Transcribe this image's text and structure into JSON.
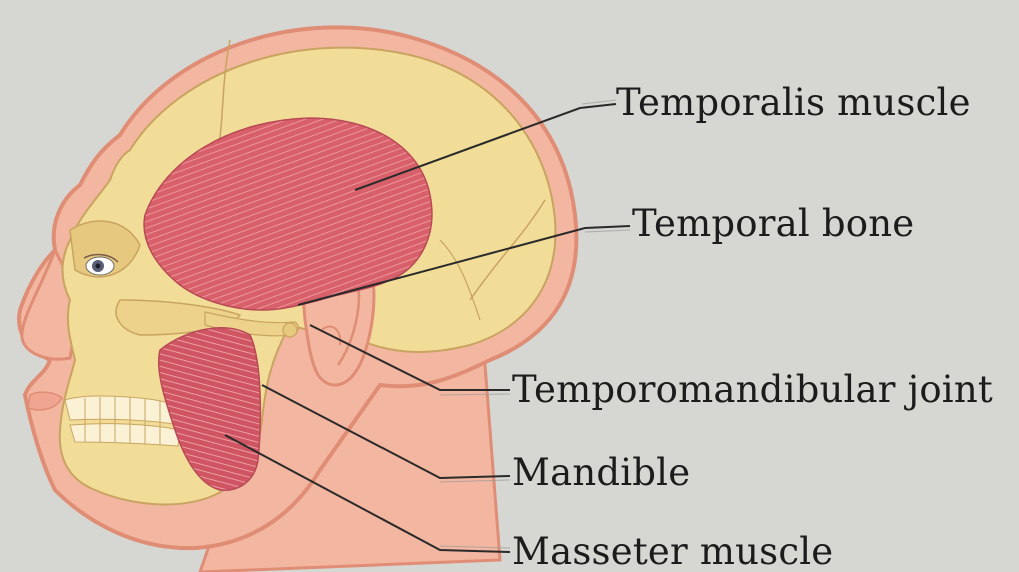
{
  "labels": {
    "temporalis": "Temporalis muscle",
    "temporal_bone": "Temporal bone",
    "tmj": "Temporomandibular joint",
    "mandible": "Mandible",
    "masseter": "Masseter muscle"
  },
  "colors": {
    "background": "#d6d7d2",
    "skin": "#f3b6a0",
    "skin_outline": "#e08d76",
    "bone": "#f1dc98",
    "bone_outline": "#c9a460",
    "muscle": "#d8606a",
    "muscle_striation": "#f2a2a6",
    "leader_line": "#2a2a2a"
  }
}
